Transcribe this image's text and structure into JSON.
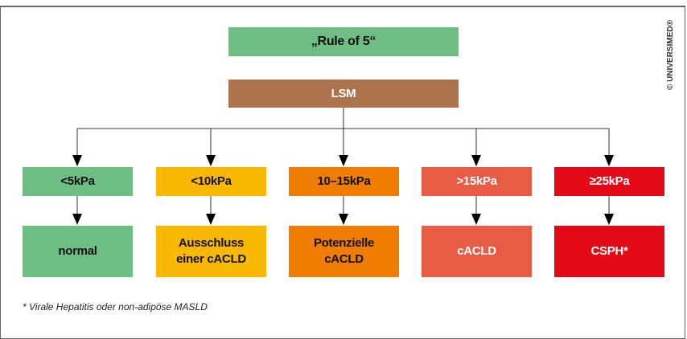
{
  "title": "„Rule of 5“",
  "root": "LSM",
  "columns": [
    {
      "threshold": "<5kPa",
      "result": "normal",
      "color": "#6dbd84",
      "text_color": "#111111"
    },
    {
      "threshold": "<10kPa",
      "result": "Ausschluss einer cACLD",
      "color": "#fbb800",
      "text_color": "#111111"
    },
    {
      "threshold": "10–15kPa",
      "result": "Potenzielle cACLD",
      "color": "#ef7d00",
      "text_color": "#111111"
    },
    {
      "threshold": ">15kPa",
      "result": "cACLD",
      "color": "#e85c45",
      "text_color": "#ffffff"
    },
    {
      "threshold": "≥25kPa",
      "result": "CSPH*",
      "color": "#e20a17",
      "text_color": "#ffffff"
    }
  ],
  "colors": {
    "title": "#6dbd84",
    "root": "#ad734c"
  },
  "footnote": "* Virale Hepatitis oder non-adipöse MASLD",
  "copyright": "© UNIVERSIMED®"
}
